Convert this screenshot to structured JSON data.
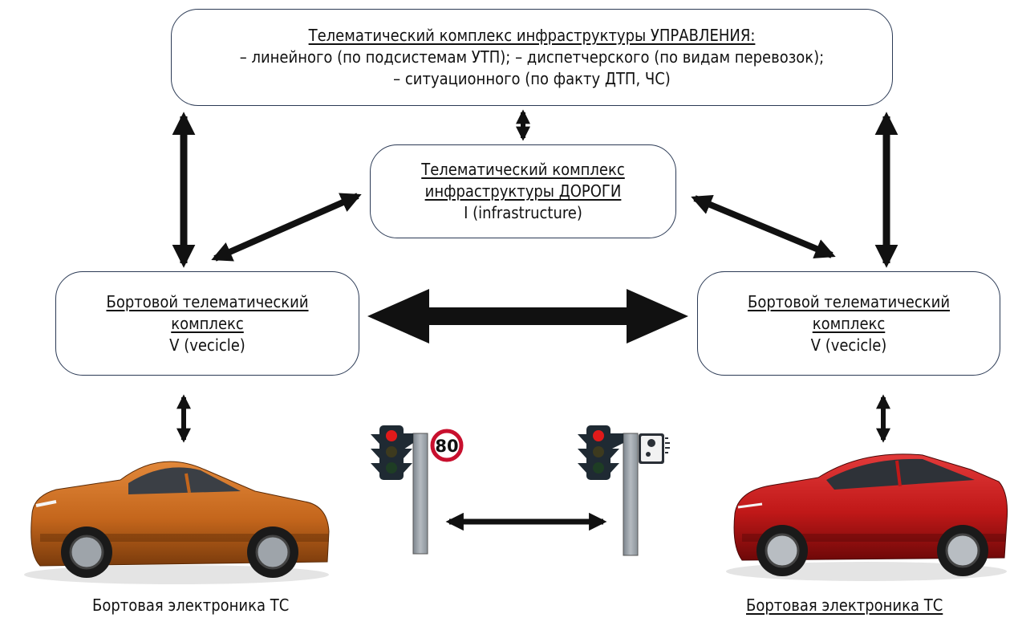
{
  "boxes": {
    "control": {
      "title": "Телематический комплекс инфраструктуры УПРАВЛЕНИЯ:",
      "line1": "– линейного (по подсистемам УТП); – диспетчерского (по видам перевозок);",
      "line2": "– ситуационного (по факту ДТП, ЧС)"
    },
    "road": {
      "title1": "Телематический комплекс",
      "title2": "инфраструктуры ДОРОГИ",
      "line1": "I (infrastructure)"
    },
    "vehicle_left": {
      "title1": "Бортовой телематический",
      "title2": "комплекс",
      "line1": "V (vecicle)"
    },
    "vehicle_right": {
      "title1": "Бортовой телематический",
      "title2": "комплекс",
      "line1": "V (vecicle)"
    }
  },
  "captions": {
    "left": "Бортовая электроника ТС",
    "right": "Бортовая электроника ТС"
  },
  "speed_sign": "80",
  "colors": {
    "left_car": "#c4661c",
    "right_car": "#c01818",
    "traffic_light_red": "#e01a1a",
    "sign_border": "#c8102e",
    "pole": "#9aa0a6"
  }
}
